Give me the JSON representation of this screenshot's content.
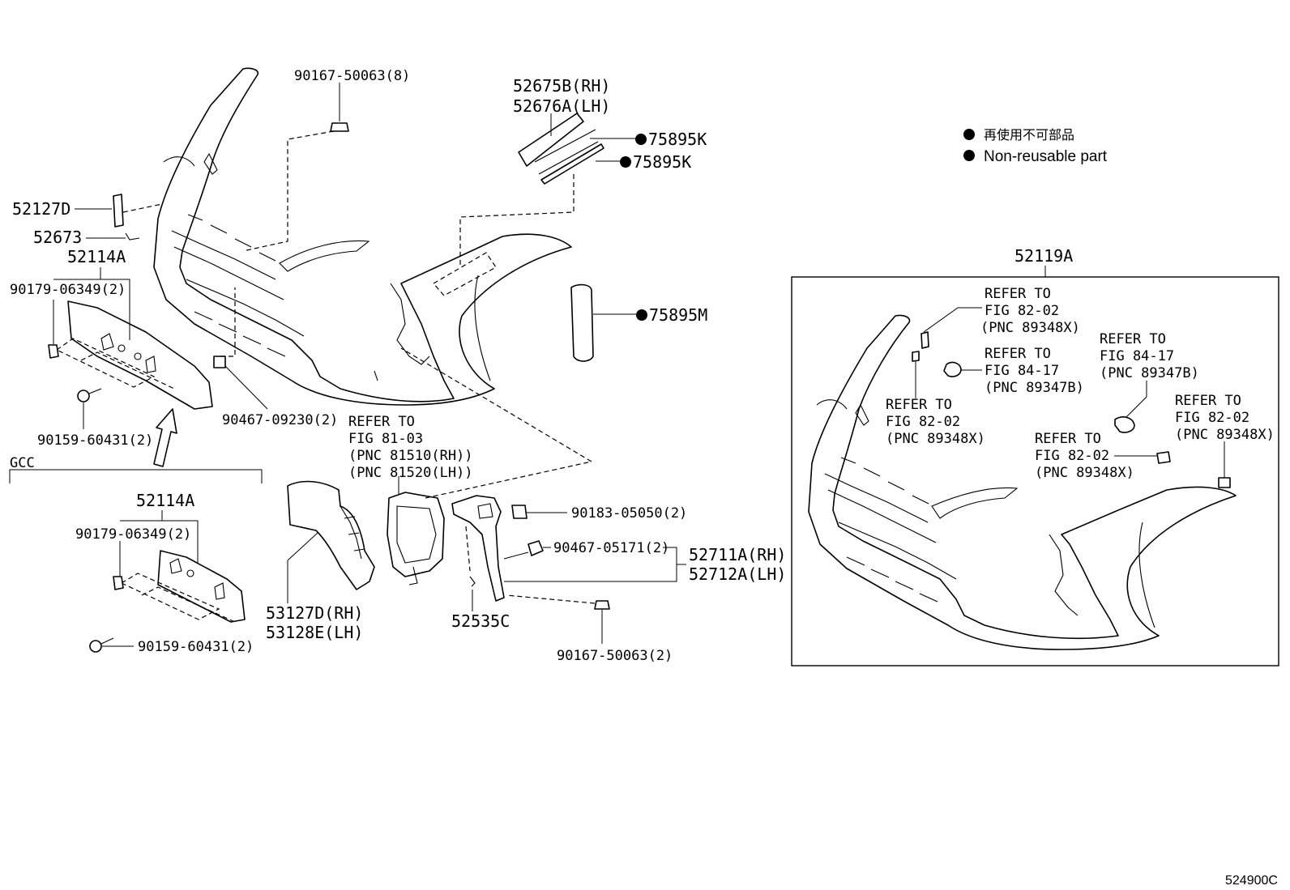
{
  "legend": {
    "jp": "再使用不可部品",
    "en": "Non-reusable part"
  },
  "labels": {
    "p90167_top": "90167-50063(8)",
    "p52675": "52675B(RH)",
    "p52676": "52676A(LH)",
    "p75895k_1": "75895K",
    "p75895k_2": "75895K",
    "p75895m": "75895M",
    "p52127d": "52127D",
    "p52673": "52673",
    "p52114a_top": "52114A",
    "p90179_top": "90179-06349(2)",
    "p90159_top": "90159-60431(2)",
    "p90467_09230": "90467-09230(2)",
    "gcc": "GCC",
    "p52114a_bot": "52114A",
    "p90179_bot": "90179-06349(2)",
    "p90159_bot": "90159-60431(2)",
    "ref_fig81_1": "REFER TO",
    "ref_fig81_2": "FIG 81-03",
    "ref_fig81_3": "(PNC 81510(RH))",
    "ref_fig81_4": "(PNC 81520(LH))",
    "p53127d": "53127D(RH)",
    "p53128e": "53128E(LH)",
    "p52535c": "52535C",
    "p90183": "90183-05050(2)",
    "p90467_05171": "90467-05171(2)",
    "p52711a": "52711A(RH)",
    "p52712a": "52712A(LH)",
    "p90167_bot": "90167-50063(2)",
    "p52119a": "52119A",
    "ref1_1": "REFER TO",
    "ref1_2": "FIG 82-02",
    "ref1_3": "(PNC 89348X)",
    "ref2_1": "REFER TO",
    "ref2_2": "FIG 84-17",
    "ref2_3": "(PNC 89347B)",
    "ref3_1": "REFER TO",
    "ref3_2": "FIG 84-17",
    "ref3_3": "(PNC 89347B)",
    "ref4_1": "REFER TO",
    "ref4_2": "FIG 82-02",
    "ref4_3": "(PNC 89348X)",
    "ref5_1": "REFER TO",
    "ref5_2": "FIG 82-02",
    "ref5_3": "(PNC 89348X)",
    "ref6_1": "REFER TO",
    "ref6_2": "FIG 82-02",
    "ref6_3": "(PNC 89348X)",
    "figure_code": "524900C"
  }
}
